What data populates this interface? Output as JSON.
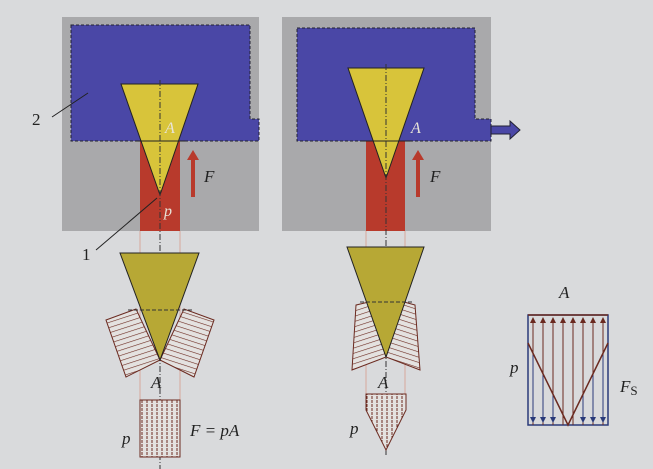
{
  "colors": {
    "background": "#d9dadc",
    "housing": "#a9a9ab",
    "chamber": "#4a47a6",
    "fluid": "#b83a2c",
    "cone": "#d8c43a",
    "hatch": "#6b2a20",
    "blue_line": "#2a3a7a"
  },
  "left_view": {
    "label_chamber": "2",
    "label_fluid": "1",
    "area": "A",
    "force": "F",
    "pressure": "p"
  },
  "middle_view": {
    "area": "A",
    "force": "F"
  },
  "bottom_left": {
    "area": "A",
    "pressure": "p",
    "equation": "F = pA"
  },
  "bottom_middle": {
    "area": "A",
    "pressure": "p"
  },
  "right_diagram": {
    "area": "A",
    "pressure": "p",
    "force_main": "F",
    "force_sub": "S"
  }
}
